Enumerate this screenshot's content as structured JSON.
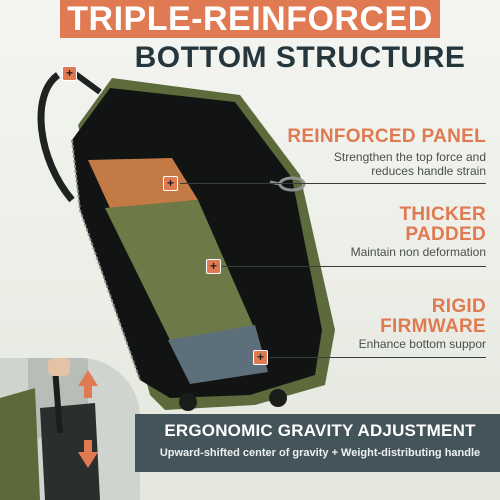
{
  "header": {
    "headline": "TRIPLE-REINFORCED",
    "subheadline": "BOTTOM STRUCTURE"
  },
  "callouts": [
    {
      "title": "REINFORCED PANEL",
      "desc_lines": [
        "Strengthen the top force and",
        "reduces handle strain"
      ]
    },
    {
      "title_lines": [
        "THICKER",
        "PADDED"
      ],
      "desc": "Maintain non deformation"
    },
    {
      "title_lines": [
        "RIGID",
        "FIRMWARE"
      ],
      "desc": "Enhance bottom suppor"
    }
  ],
  "marker_symbol": "+",
  "bottom_banner": {
    "title": "ERGONOMIC GRAVITY ADJUSTMENT",
    "desc": "Upward-shifted center of gravity + Weight-distributing handle"
  },
  "colors": {
    "accent": "#e07a52",
    "dark_panel": "#44545b",
    "heading_dark": "#26363d",
    "bag_olive": "#5d6b3c",
    "layer_cork": "#c47a45",
    "layer_green": "#6d7a48",
    "layer_blue": "#5d6f7a"
  },
  "icons": [
    "plus-marker-icon",
    "up-arrow-icon",
    "down-arrow-icon",
    "carabiner-icon"
  ]
}
